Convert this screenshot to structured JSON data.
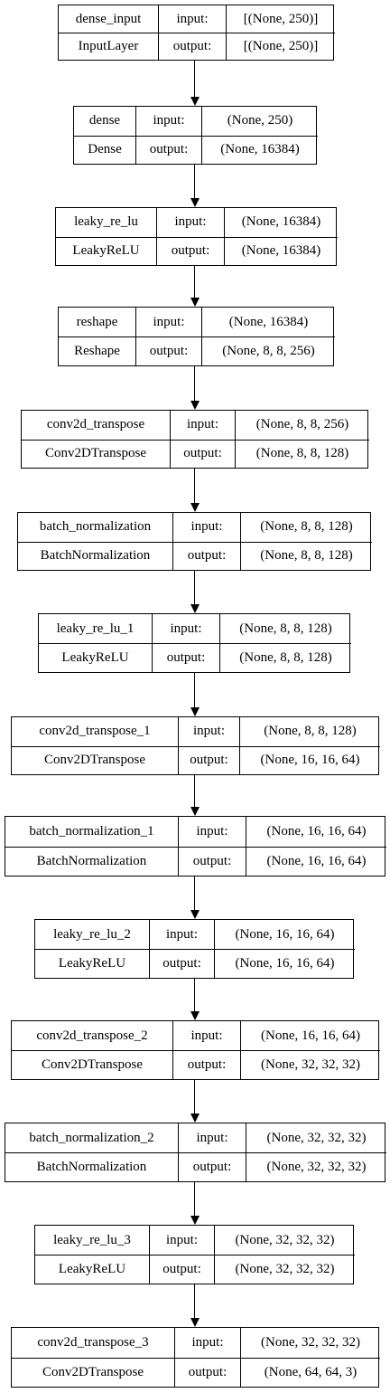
{
  "layers": [
    {
      "name": "dense_input",
      "type": "InputLayer",
      "input_label": "input:",
      "output_label": "output:",
      "input_shape": "[(None, 250)]",
      "output_shape": "[(None, 250)]"
    },
    {
      "name": "dense",
      "type": "Dense",
      "input_label": "input:",
      "output_label": "output:",
      "input_shape": "(None, 250)",
      "output_shape": "(None, 16384)"
    },
    {
      "name": "leaky_re_lu",
      "type": "LeakyReLU",
      "input_label": "input:",
      "output_label": "output:",
      "input_shape": "(None, 16384)",
      "output_shape": "(None, 16384)"
    },
    {
      "name": "reshape",
      "type": "Reshape",
      "input_label": "input:",
      "output_label": "output:",
      "input_shape": "(None, 16384)",
      "output_shape": "(None, 8, 8, 256)"
    },
    {
      "name": "conv2d_transpose",
      "type": "Conv2DTranspose",
      "input_label": "input:",
      "output_label": "output:",
      "input_shape": "(None, 8, 8, 256)",
      "output_shape": "(None, 8, 8, 128)"
    },
    {
      "name": "batch_normalization",
      "type": "BatchNormalization",
      "input_label": "input:",
      "output_label": "output:",
      "input_shape": "(None, 8, 8, 128)",
      "output_shape": "(None, 8, 8, 128)"
    },
    {
      "name": "leaky_re_lu_1",
      "type": "LeakyReLU",
      "input_label": "input:",
      "output_label": "output:",
      "input_shape": "(None, 8, 8, 128)",
      "output_shape": "(None, 8, 8, 128)"
    },
    {
      "name": "conv2d_transpose_1",
      "type": "Conv2DTranspose",
      "input_label": "input:",
      "output_label": "output:",
      "input_shape": "(None, 8, 8, 128)",
      "output_shape": "(None, 16, 16, 64)"
    },
    {
      "name": "batch_normalization_1",
      "type": "BatchNormalization",
      "input_label": "input:",
      "output_label": "output:",
      "input_shape": "(None, 16, 16, 64)",
      "output_shape": "(None, 16, 16, 64)"
    },
    {
      "name": "leaky_re_lu_2",
      "type": "LeakyReLU",
      "input_label": "input:",
      "output_label": "output:",
      "input_shape": "(None, 16, 16, 64)",
      "output_shape": "(None, 16, 16, 64)"
    },
    {
      "name": "conv2d_transpose_2",
      "type": "Conv2DTranspose",
      "input_label": "input:",
      "output_label": "output:",
      "input_shape": "(None, 16, 16, 64)",
      "output_shape": "(None, 32, 32, 32)"
    },
    {
      "name": "batch_normalization_2",
      "type": "BatchNormalization",
      "input_label": "input:",
      "output_label": "output:",
      "input_shape": "(None, 32, 32, 32)",
      "output_shape": "(None, 32, 32, 32)"
    },
    {
      "name": "leaky_re_lu_3",
      "type": "LeakyReLU",
      "input_label": "input:",
      "output_label": "output:",
      "input_shape": "(None, 32, 32, 32)",
      "output_shape": "(None, 32, 32, 32)"
    },
    {
      "name": "conv2d_transpose_3",
      "type": "Conv2DTranspose",
      "input_label": "input:",
      "output_label": "output:",
      "input_shape": "(None, 32, 32, 32)",
      "output_shape": "(None, 64, 64, 3)"
    }
  ],
  "colors": {
    "stroke": "#000000",
    "background": "#ffffff"
  }
}
